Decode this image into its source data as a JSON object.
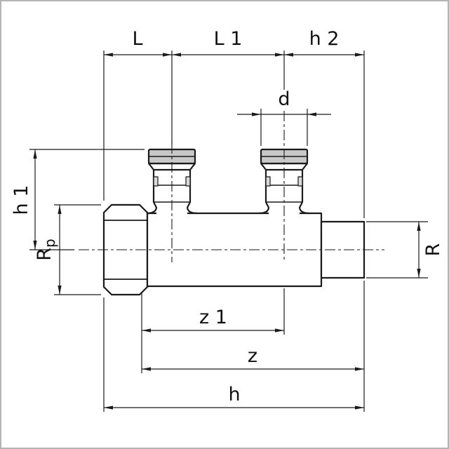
{
  "dimensions": {
    "top": {
      "L": "L",
      "L1": "L 1",
      "h2": "h 2"
    },
    "connector": {
      "d": "d"
    },
    "left": {
      "h1": "h 1",
      "Rp_main": "R",
      "Rp_sub": "p"
    },
    "right": {
      "R": "R"
    },
    "bottom": {
      "z1": "z 1",
      "z": "z",
      "h": "h"
    }
  },
  "colors": {
    "line": "#1a1a1a",
    "dim": "#1a1a1a",
    "text": "#111111",
    "background": "#ffffff",
    "frame_border": "#b4b4b4",
    "cap_fill": "#c8c8c8",
    "window_fill": "#d9d9d9"
  }
}
